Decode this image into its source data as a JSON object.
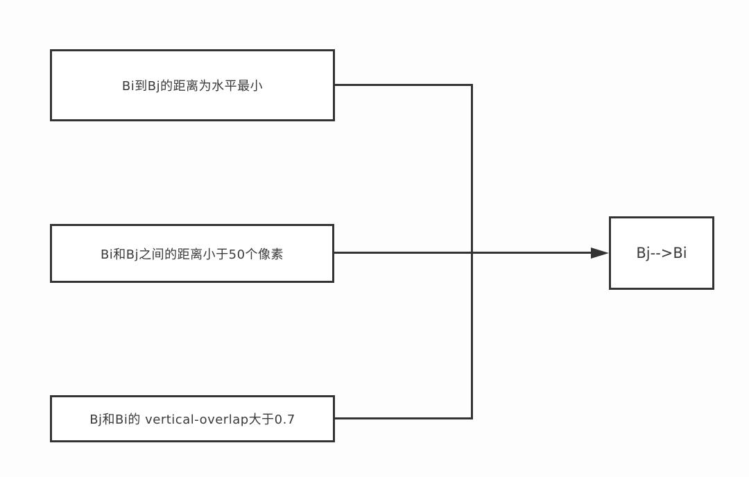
{
  "diagram": {
    "type": "flowchart",
    "background_color": "#fdfdfd",
    "line_color": "#333333",
    "node_fill_color": "#ffffff",
    "text_color": "#3a3a3a",
    "nodes": [
      {
        "id": "cond1",
        "label": "Bi到Bj的距离为水平最小"
      },
      {
        "id": "cond2",
        "label": "Bi和Bj之间的距离小于50个像素"
      },
      {
        "id": "cond3",
        "label": "Bj和Bi的 vertical-overlap大于0.7"
      },
      {
        "id": "result",
        "label": "Bj-->Bi"
      }
    ],
    "edges": [
      {
        "from": "cond1",
        "to": "result",
        "via": "merge-line",
        "arrow": false
      },
      {
        "from": "cond2",
        "to": "result",
        "via": "direct",
        "arrow": true
      },
      {
        "from": "cond3",
        "to": "result",
        "via": "merge-line",
        "arrow": false
      }
    ]
  }
}
